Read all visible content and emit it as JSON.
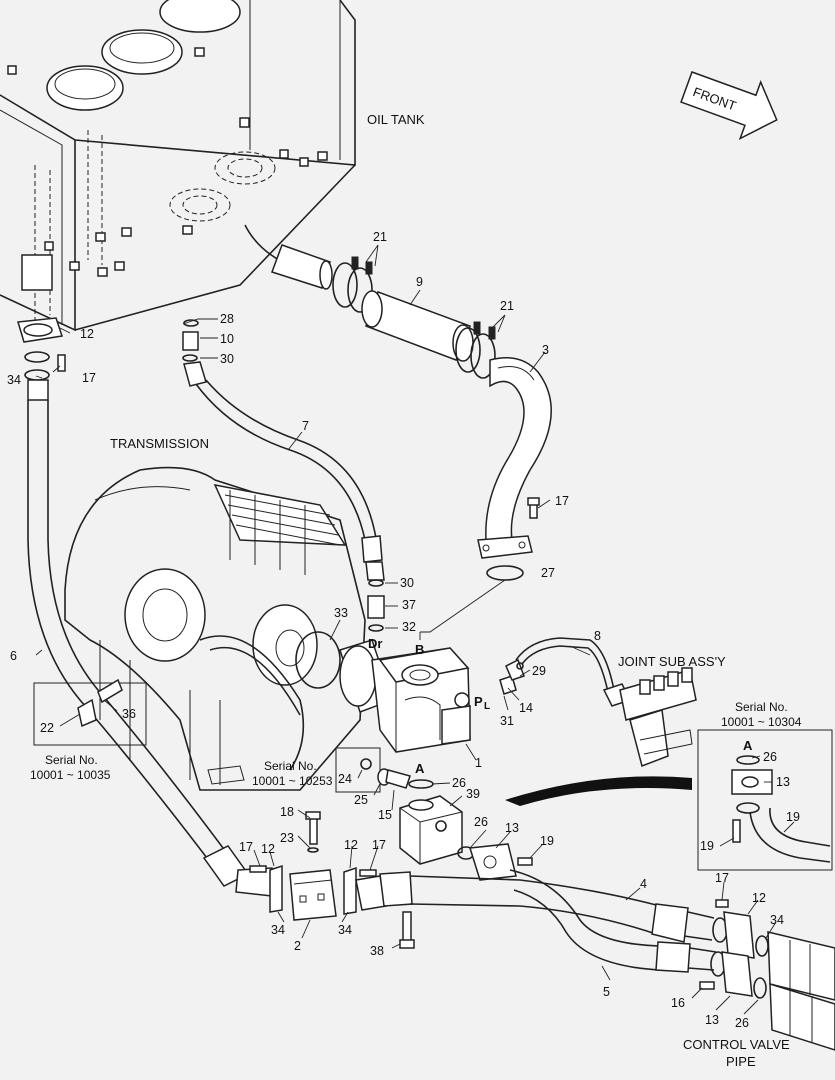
{
  "labels": {
    "oil_tank": "OIL TANK",
    "transmission": "TRANSMISSION",
    "joint_sub_assy": "JOINT SUB ASS'Y",
    "control_valve_line1": "CONTROL VALVE",
    "control_valve_line2": "PIPE",
    "front": "FRONT"
  },
  "ports": {
    "dr": "Dr",
    "b": "B",
    "pl_main": "P",
    "pl_sub": "L",
    "a_main": "A",
    "a_inset": "A"
  },
  "insets": {
    "left": {
      "serial_label": "Serial No.",
      "serial_range": "10001 ~ 10035"
    },
    "middle": {
      "serial_label": "Serial No.",
      "serial_range": "10001 ~ 10253"
    },
    "right": {
      "serial_label": "Serial No.",
      "serial_range": "10001 ~ 10304"
    }
  },
  "part_numbers": {
    "p1": "1",
    "p2": "2",
    "p3": "3",
    "p4": "4",
    "p5": "5",
    "p6": "6",
    "p7": "7",
    "p8": "8",
    "p9": "9",
    "p10": "10",
    "p12_tank": "12",
    "p12_left": "12",
    "p12_mid": "12",
    "p12_right": "12",
    "p13_mid": "13",
    "p13_right": "13",
    "p13_inset": "13",
    "p14": "14",
    "p15": "15",
    "p16": "16",
    "p17_tank": "17",
    "p17_pipe": "17",
    "p17_left": "17",
    "p17_mid": "17",
    "p17_right": "17",
    "p18": "18",
    "p19_mid": "19",
    "p19_inset_bolt": "19",
    "p19_inset_hose": "19",
    "p21_top": "21",
    "p21_bottom": "21",
    "p22": "22",
    "p23": "23",
    "p24": "24",
    "p25": "25",
    "p26_pump": "26",
    "p26_block": "26",
    "p26_bottom": "26",
    "p26_inset": "26",
    "p27": "27",
    "p28": "28",
    "p29": "29",
    "p30_top": "30",
    "p30_mid": "30",
    "p31": "31",
    "p32": "32",
    "p33": "33",
    "p34_tank": "34",
    "p34_left": "34",
    "p34_mid": "34",
    "p34_right": "34",
    "p36": "36",
    "p37": "37",
    "p38": "38",
    "p39": "39"
  }
}
